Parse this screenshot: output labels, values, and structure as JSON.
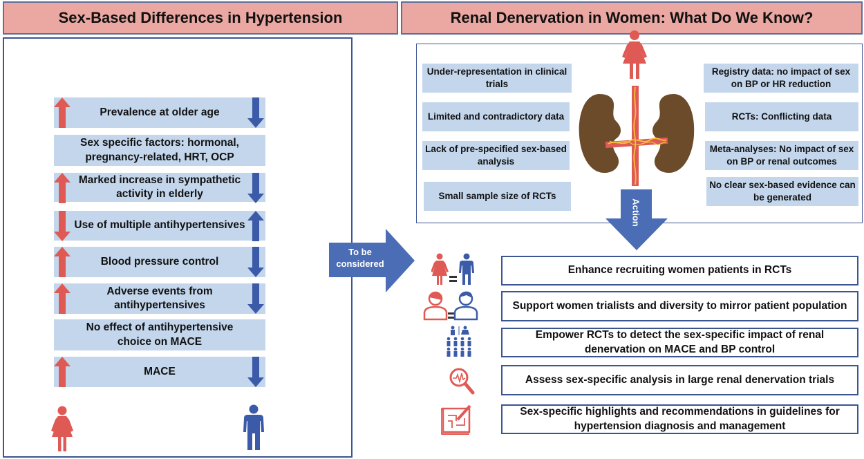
{
  "left_panel": {
    "title": "Sex-Based Differences in Hypertension",
    "rows": [
      {
        "text": "Prevalence at older age",
        "female_arrow": "up",
        "male_arrow": "down"
      },
      {
        "text": "Sex specific factors: hormonal, pregnancy-related, HRT, OCP",
        "female_arrow": "none",
        "male_arrow": "none"
      },
      {
        "text": "Marked increase in sympathetic activity in elderly",
        "female_arrow": "up",
        "male_arrow": "down"
      },
      {
        "text": "Use of multiple antihypertensives",
        "female_arrow": "down",
        "male_arrow": "up"
      },
      {
        "text": "Blood pressure control",
        "female_arrow": "up",
        "male_arrow": "down"
      },
      {
        "text": "Adverse events from antihypertensives",
        "female_arrow": "up",
        "male_arrow": "down"
      },
      {
        "text": "No effect of antihypertensive choice on MACE",
        "female_arrow": "none",
        "male_arrow": "none"
      },
      {
        "text": "MACE",
        "female_arrow": "up",
        "male_arrow": "down"
      }
    ],
    "female_icon": "female-person-icon",
    "male_icon": "male-person-icon"
  },
  "connector": {
    "to_be_considered": "To be considered",
    "action": "Action"
  },
  "right_panel": {
    "title": "Renal Denervation in Women: What Do We Know?",
    "left_items": [
      "Under-representation in clinical trials",
      "Limited and contradictory data",
      "Lack of pre-specified sex-based analysis",
      "Small sample size of RCTs"
    ],
    "right_items": [
      "Registry data: no impact of sex on BP or HR reduction",
      "RCTs: Conflicting data",
      "Meta-analyses: No impact of sex on BP or renal outcomes",
      "No clear sex-based evidence can be generated"
    ],
    "center_icons": [
      "female-person-icon",
      "kidneys-icon"
    ]
  },
  "actions": [
    {
      "icon": "patient-equality-icon",
      "text": "Enhance recruiting women patients in RCTs"
    },
    {
      "icon": "trialist-equality-icon",
      "text": "Support women trialists and diversity to mirror patient population"
    },
    {
      "icon": "crowd-icon",
      "text": "Empower RCTs to detect the sex-specific impact of renal denervation on MACE and BP control"
    },
    {
      "icon": "magnifier-analysis-icon",
      "text": "Assess sex-specific analysis in large renal denervation trials"
    },
    {
      "icon": "guidelines-blueprint-icon",
      "text": "Sex-specific highlights and recommendations in guidelines for hypertension diagnosis and management"
    }
  ],
  "colors": {
    "header_bg": "#eba8a2",
    "box_bg": "#c3d6ec",
    "female_red": "#e05a55",
    "male_blue": "#3b5ba8",
    "border_blue": "#3b5591",
    "kidney_brown": "#6b4b2a"
  }
}
